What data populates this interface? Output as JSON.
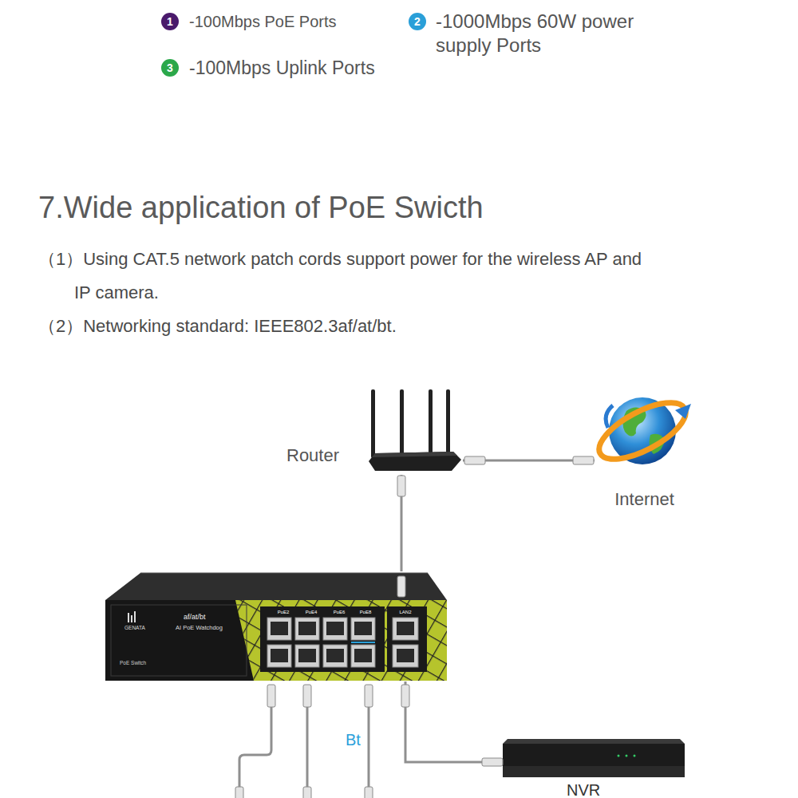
{
  "diagram": {
    "title": "7.Wide application of PoE Swicth",
    "nodes": [
      {
        "text": [
          "Router"
        ]
      },
      {
        "text": [
          "Internet"
        ]
      },
      {
        "text": [
          "GENATA",
          "af/at/bt",
          "AI PoE Watchdog",
          "PoE Switch"
        ]
      },
      {
        "text": [
          "NVR"
        ]
      }
    ],
    "edges": [
      {
        "from": 0,
        "to": 1,
        "arrow": "none"
      },
      {
        "from": 0,
        "to": 2,
        "arrow": "none"
      },
      {
        "from": 2,
        "to": 3,
        "arrow": "none"
      }
    ],
    "labels": [
      "1",
      "-100Mbps PoE Ports",
      "2",
      "-1000Mbps 60W power supply Ports",
      "3",
      "-100Mbps Uplink Ports",
      "（1）Using CAT.5 network patch cords support power for the wireless AP and IP camera.",
      "（2）Networking standard: IEEE802.3af/at/bt.",
      "PoE2",
      "PoE4",
      "PoE6",
      "PoE8",
      "LAN2",
      "Bt"
    ]
  }
}
